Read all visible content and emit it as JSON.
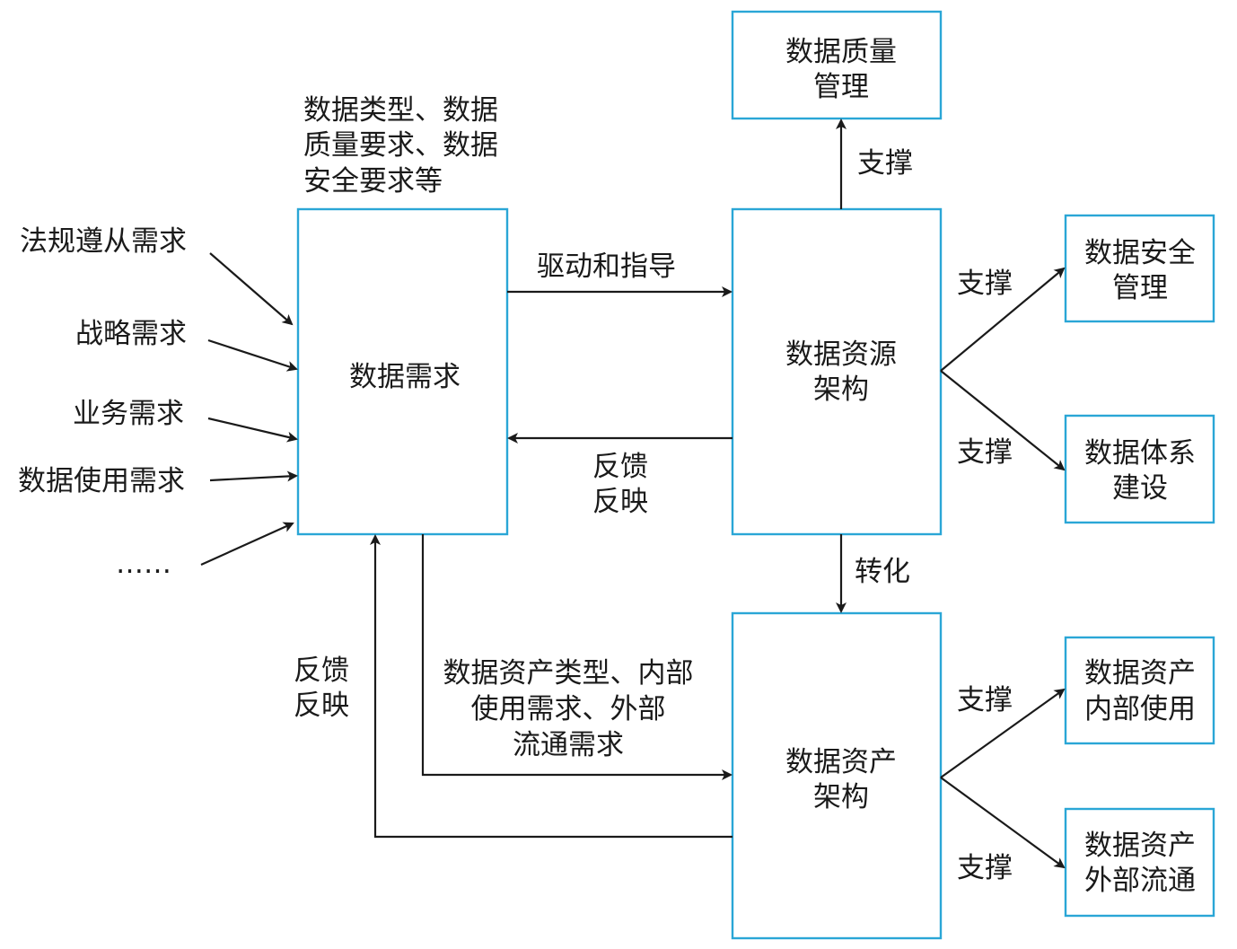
{
  "left_inputs": {
    "compliance": "法规遵从需求",
    "strategy": "战略需求",
    "business": "业务需求",
    "data_usage": "数据使用需求",
    "ellipsis": "……"
  },
  "demand_box": {
    "title": "数据需求",
    "note_lines": [
      "数据类型、数据",
      "质量要求、数据",
      "安全要求等"
    ]
  },
  "resource_box": {
    "lines": [
      "数据资源",
      "架构"
    ]
  },
  "asset_box": {
    "lines": [
      "数据资产",
      "架构"
    ]
  },
  "quality_box": {
    "lines": [
      "数据质量",
      "管理"
    ]
  },
  "security_box": {
    "lines": [
      "数据安全",
      "管理"
    ]
  },
  "system_box": {
    "lines": [
      "数据体系",
      "建设"
    ]
  },
  "internal_box": {
    "lines": [
      "数据资产",
      "内部使用"
    ]
  },
  "external_box": {
    "lines": [
      "数据资产",
      "外部流通"
    ]
  },
  "edges": {
    "drive": "驱动和指导",
    "feedback_top": [
      "反馈",
      "反映"
    ],
    "support": "支撑",
    "transform": "转化",
    "feedback_left": [
      "反馈",
      "反映"
    ],
    "asset_requirements": [
      "数据资产类型、内部",
      "使用需求、外部",
      "流通需求"
    ]
  },
  "colors": {
    "box_border": "#2aa6d6",
    "line": "#1a1a1a",
    "text": "#1a1a1a"
  }
}
